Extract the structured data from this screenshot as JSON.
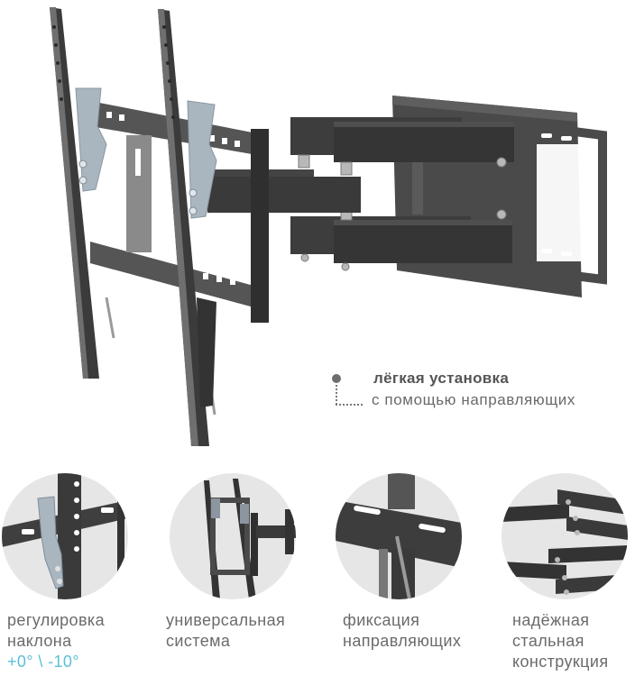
{
  "product": {
    "image_alt": "articulating TV wall mount bracket",
    "colors": {
      "background": "#ffffff",
      "metal_dark": "#3a3a3a",
      "metal_mid": "#555555",
      "bracket_silver": "#a9b4bd",
      "text_gray": "#6b6b6b",
      "accent": "#5cc0d6"
    }
  },
  "callout": {
    "title": "лёгкая установка",
    "subtitle": "с помощью направляющих"
  },
  "features": [
    {
      "icon": "tilt-bracket-closeup",
      "lines": [
        "регулировка",
        "наклона"
      ],
      "accent_line": "+0° \\ -10°"
    },
    {
      "icon": "universal-system-closeup",
      "lines": [
        "универсальная",
        "система"
      ]
    },
    {
      "icon": "rail-lock-closeup",
      "lines": [
        "фиксация",
        "направляющих"
      ]
    },
    {
      "icon": "steel-arms-closeup",
      "lines": [
        "надёжная",
        "стальная",
        "конструкция"
      ]
    }
  ]
}
